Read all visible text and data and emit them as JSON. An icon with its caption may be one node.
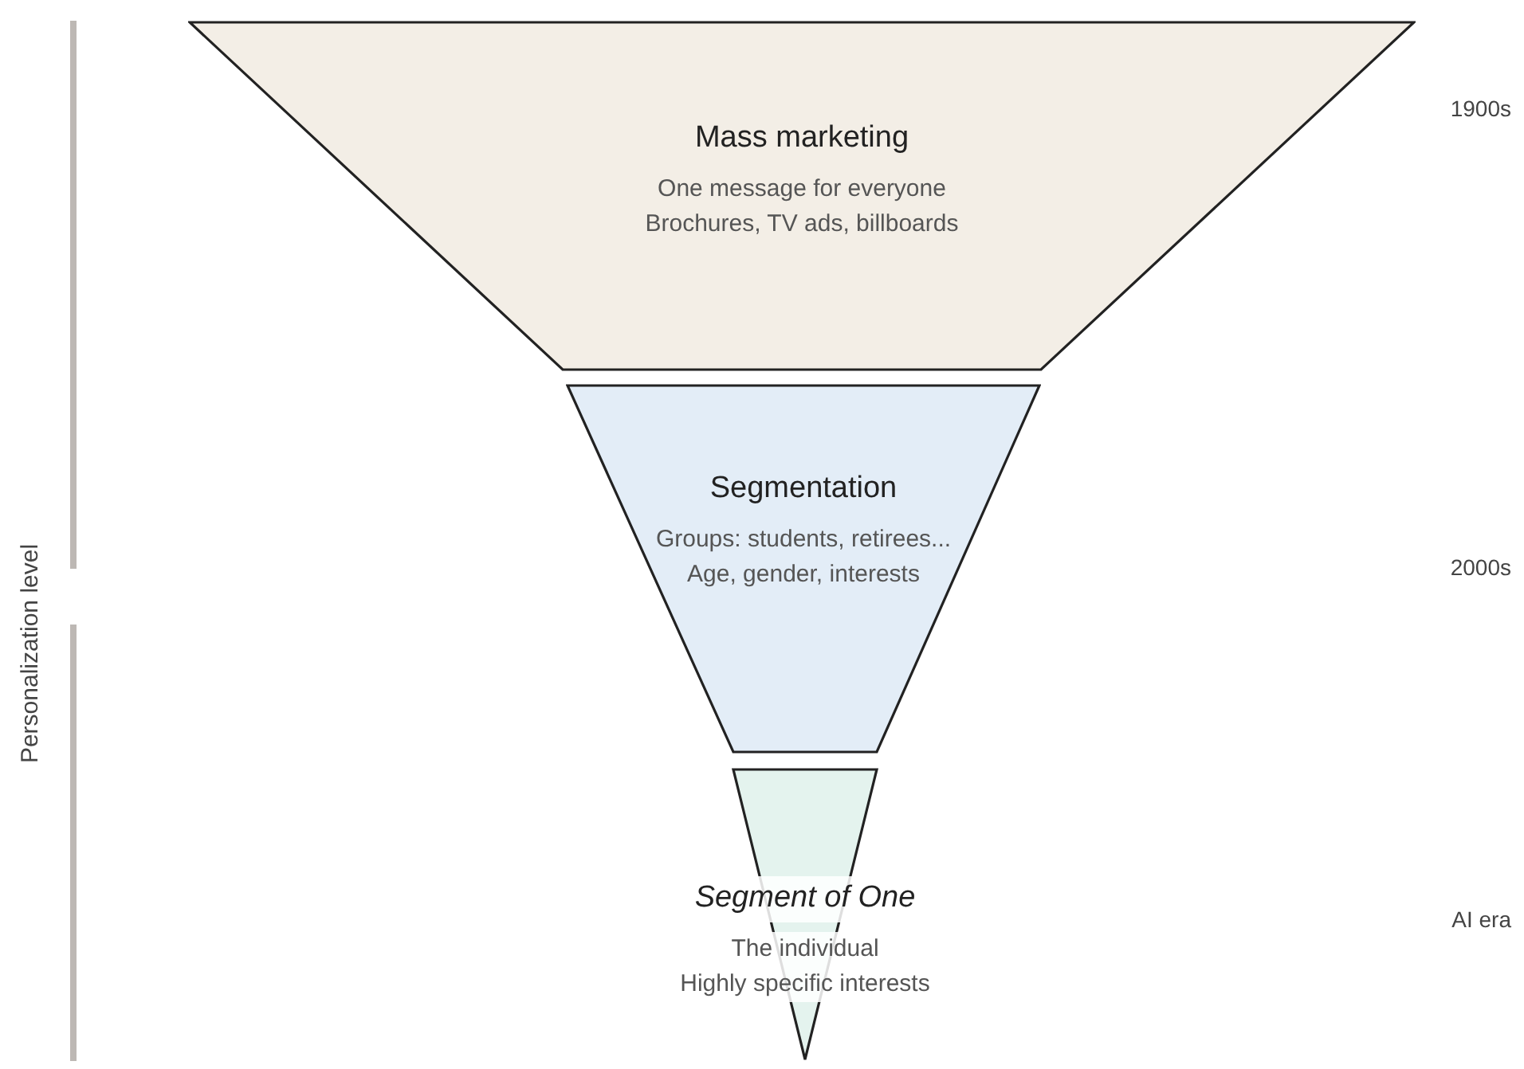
{
  "diagram": {
    "nodes": [
      {
        "text": [
          "Mass marketing",
          "One message for everyone",
          "Brochures, TV ads, billboards"
        ]
      },
      {
        "text": [
          "Segmentation",
          "Groups: students, retirees...",
          "Age, gender, interests"
        ]
      },
      {
        "text": [
          "Segment of One",
          "The individual",
          "Highly specific interests"
        ]
      }
    ],
    "labels": [
      "1900s",
      "2000s",
      "Personalization level",
      "AI era"
    ]
  }
}
